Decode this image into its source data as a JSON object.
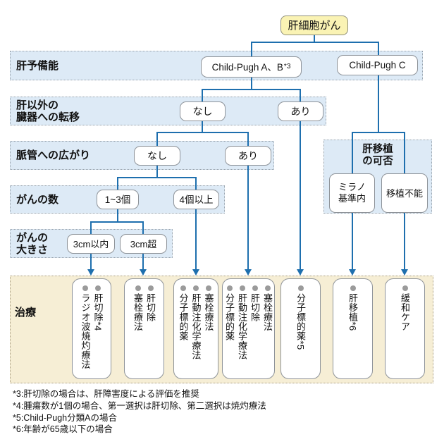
{
  "root_label": "肝細胞がん",
  "bands": {
    "reserve": "肝予備能",
    "metastasis": [
      "肝以外の",
      "臓器への転移"
    ],
    "vascular": "脈管への広がり",
    "count": "がんの数",
    "size": [
      "がんの",
      "大きさ"
    ],
    "transplant": [
      "肝移植",
      "の可否"
    ],
    "treatment": "治療"
  },
  "nodes": {
    "cp_ab": "Child-Pugh A、B",
    "cp_ab_sup": "*3",
    "cp_c": "Child-Pugh C",
    "meta_none": "なし",
    "meta_yes": "あり",
    "vasc_none": "なし",
    "vasc_yes": "あり",
    "count_1to3": "1~3個",
    "count_4plus": "4個以上",
    "size_within3": "3cm以内",
    "size_over3": "3cm超",
    "milan": [
      "ミラノ",
      "基準内"
    ],
    "transplant_no": "移植不能"
  },
  "treatment_boxes": [
    {
      "items": [
        "肝切除*4",
        "ラジオ波焼灼療法"
      ]
    },
    {
      "items": [
        "肝切除",
        "塞栓療法"
      ]
    },
    {
      "items": [
        "塞栓療法",
        "肝動注化学療法",
        "分子標的薬"
      ]
    },
    {
      "items": [
        "塞栓療法",
        "肝切除",
        "肝動注化学療法",
        "分子標的薬"
      ]
    },
    {
      "items": [
        "分子標的薬*5"
      ]
    },
    {
      "items": [
        "肝移植*6"
      ]
    },
    {
      "items": [
        "緩和ケア"
      ]
    }
  ],
  "footnotes": [
    "*3:肝切除の場合は、肝障害度による評価を推奨",
    "*4:腫瘍数が1個の場合、第一選択は肝切除、第二選択は焼灼療法",
    "*5:Child-Pugh分類Aの場合",
    "*6:年齢が65歳以下の場合"
  ],
  "colors": {
    "band_blue": "#ddeaf6",
    "root_yellow": "#faf3b4",
    "treatment_cream": "#f6eed5",
    "line_blue": "#1e6fae",
    "bullet_gray": "#9b9b9b"
  }
}
